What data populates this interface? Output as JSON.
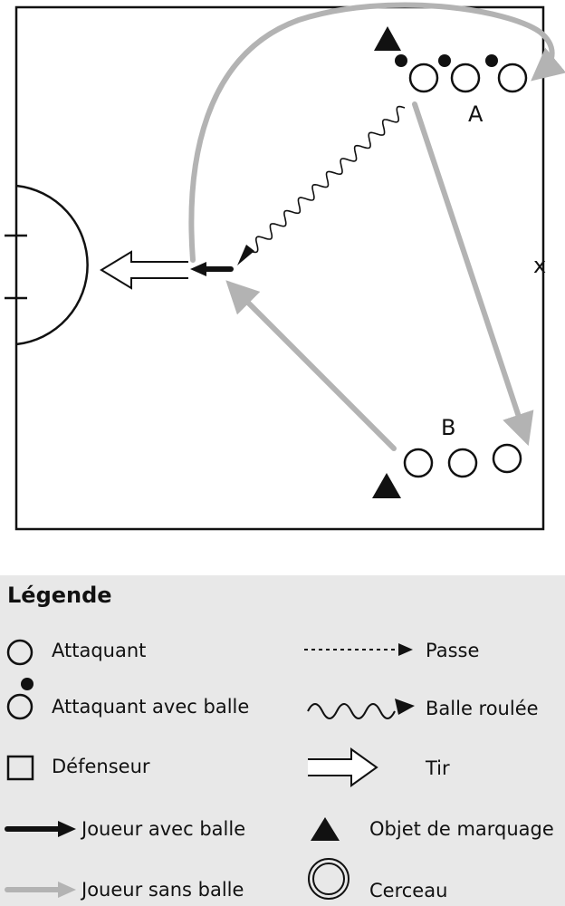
{
  "field": {
    "label_a": "A",
    "label_b": "B",
    "label_x": "x"
  },
  "legend": {
    "title": "Légende",
    "items": {
      "attacker": "Attaquant",
      "attacker_ball": "Attaquant avec balle",
      "defender": "Défenseur",
      "player_with_ball": "Joueur avec balle",
      "player_without_ball": "Joueur sans balle",
      "pass": "Passe",
      "rolled_ball": "Balle roulée",
      "shot": "Tir",
      "marker": "Objet de marquage",
      "hoop": "Cerceau"
    }
  },
  "colors": {
    "run_path": "#b3b3b3",
    "ink": "#111111",
    "legend_bg": "#e8e8e8"
  },
  "icons": [
    "circle-icon",
    "ball-icon",
    "square-icon",
    "arrow-icon",
    "wavy-arrow-icon",
    "hollow-arrow-icon",
    "triangle-icon",
    "double-circle-icon"
  ]
}
